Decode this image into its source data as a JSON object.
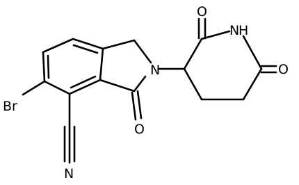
{
  "structure": {
    "atom_labels": {
      "bromine": "Br",
      "lactam_nitrogen": "N",
      "lactam_oxygen": "O",
      "nitrile_nitrogen": "N",
      "imide_nh": "N",
      "imide_h": "H",
      "imide_oxygen_upper": "O",
      "imide_oxygen_right": "O"
    },
    "colors": {
      "bond": "#000000",
      "label": "#000000",
      "background": "#ffffff"
    }
  }
}
